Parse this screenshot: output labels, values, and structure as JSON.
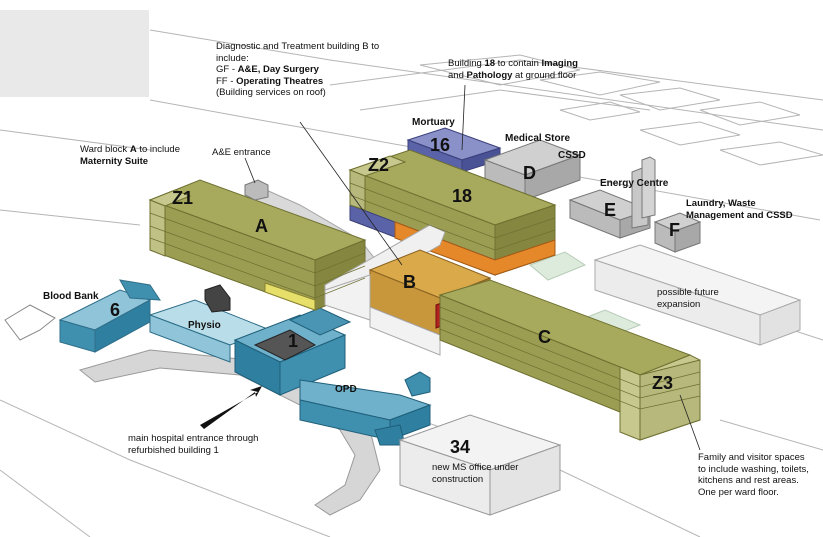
{
  "buildings": {
    "A": "A",
    "B": "B",
    "C": "C",
    "D": "D",
    "E": "E",
    "F": "F",
    "Z1": "Z1",
    "Z2": "Z2",
    "Z3": "Z3",
    "b18": "18",
    "b16": "16",
    "b6": "6",
    "b1": "1",
    "b34": "34"
  },
  "small_labels": {
    "physio": "Physio",
    "opd": "OPD",
    "blood_bank": "Blood Bank",
    "mortuary": "Mortuary",
    "medical_store": "Medical Store",
    "cssd": "CSSD",
    "energy_centre": "Energy Centre",
    "ae_entrance": "A&E entrance"
  },
  "annotations": {
    "diag_line1": "Diagnostic and Treatment building B to",
    "diag_line2": "include:",
    "diag_line3a": "GF - ",
    "diag_line3b": "A&E, Day Surgery",
    "diag_line4a": "FF - ",
    "diag_line4b": "Operating Theatres",
    "diag_line5": "(Building services on roof)",
    "b18_line1a": "Building ",
    "b18_line1b": "18",
    "b18_line1c": " to contain ",
    "b18_line1d": "Imaging",
    "b18_line2a": "and ",
    "b18_line2b": "Pathology",
    "b18_line2c": " at ground floor",
    "ward_line1a": "Ward block ",
    "ward_line1b": "A",
    "ward_line1c": " to include",
    "ward_line2": "Maternity Suite",
    "laundry_line1": "Laundry, Waste",
    "laundry_line2": "Management and CSSD",
    "future_line1": "possible future",
    "future_line2": "expansion",
    "main_line1": "main hospital entrance through",
    "main_line2": "refurbished building 1",
    "ms_line1": "new MS office under",
    "ms_line2": "construction",
    "family_line1": "Family and visitor spaces",
    "family_line2": "to include washing, toilets,",
    "family_line3": "kitchens and rest areas.",
    "family_line4": "One per ward floor."
  },
  "colors": {
    "ward_green": "#9b9d52",
    "ward_green_dark": "#858740",
    "zone_olive": "#c7c88e",
    "diag_orange": "#c8973c",
    "imaging_orange": "#e4882a",
    "existing_blue": "#3f8fae",
    "existing_blue_light": "#8fc4d9",
    "grey_block": "#b4b4b4",
    "road_grey": "#b9b9b9"
  }
}
